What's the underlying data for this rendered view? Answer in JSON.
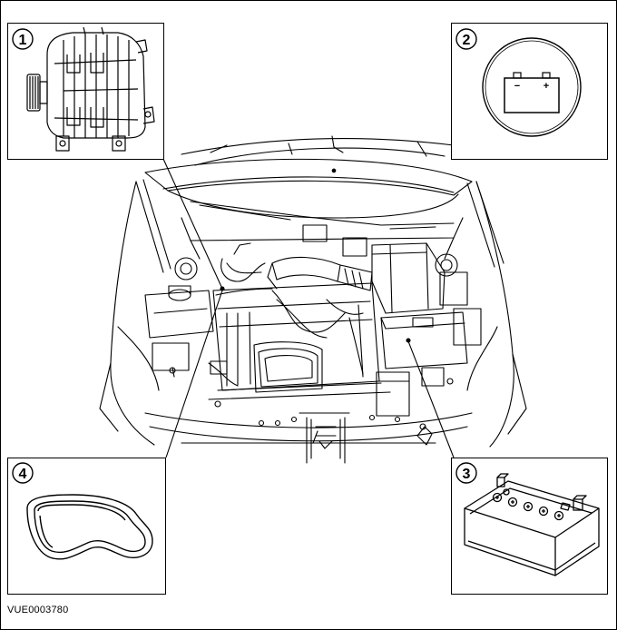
{
  "figure": {
    "reference_code": "VUE0003780",
    "callouts": [
      {
        "number": "1",
        "subject": "alternator-icon"
      },
      {
        "number": "2",
        "subject": "battery-warning-lamp-icon"
      },
      {
        "number": "3",
        "subject": "battery-icon"
      },
      {
        "number": "4",
        "subject": "drive-belt-icon"
      }
    ],
    "battery_symbol": {
      "minus": "−",
      "plus": "+"
    }
  }
}
